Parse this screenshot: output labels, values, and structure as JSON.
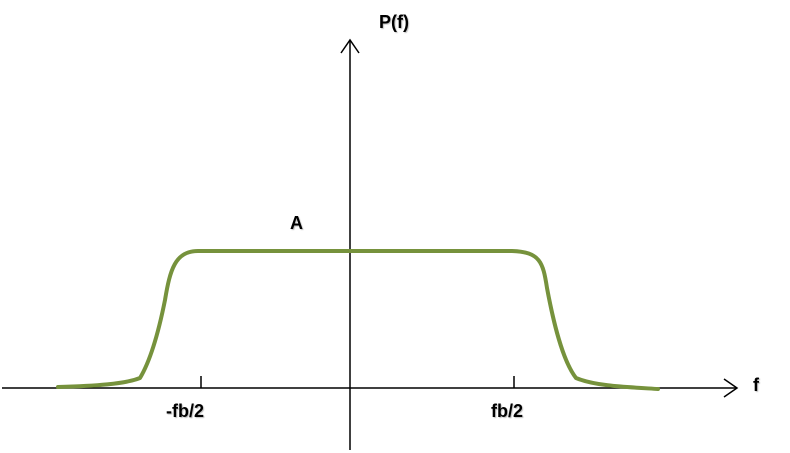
{
  "diagram": {
    "y_axis_label": "P(f)",
    "x_axis_label": "f",
    "level_label": "A",
    "tick_labels": {
      "left": "-fb/2",
      "right": "fb/2"
    },
    "colors": {
      "curve": "#76923c",
      "axes": "#000000"
    }
  }
}
